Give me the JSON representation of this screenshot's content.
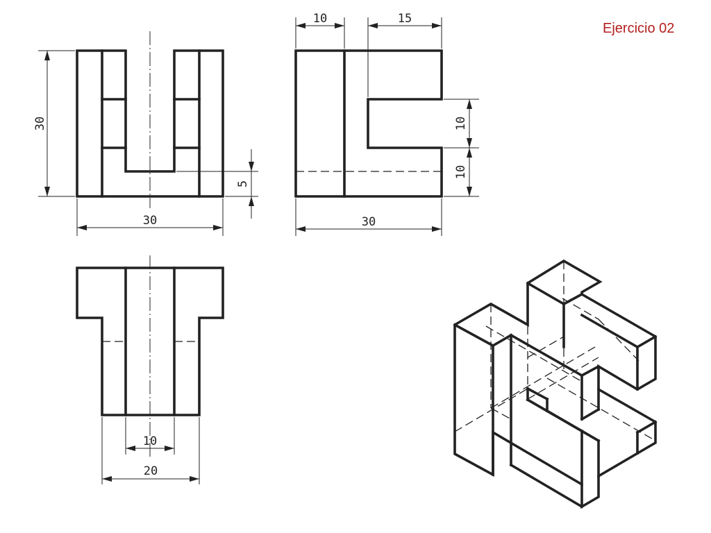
{
  "title": "Ejercicio 02",
  "dims": {
    "front_height": "30",
    "front_width": "30",
    "front_slot_depth": "5",
    "side_top_left": "10",
    "side_top_right": "15",
    "side_right_upper": "10",
    "side_right_lower": "10",
    "side_width": "30",
    "top_inner": "10",
    "top_width": "20"
  }
}
